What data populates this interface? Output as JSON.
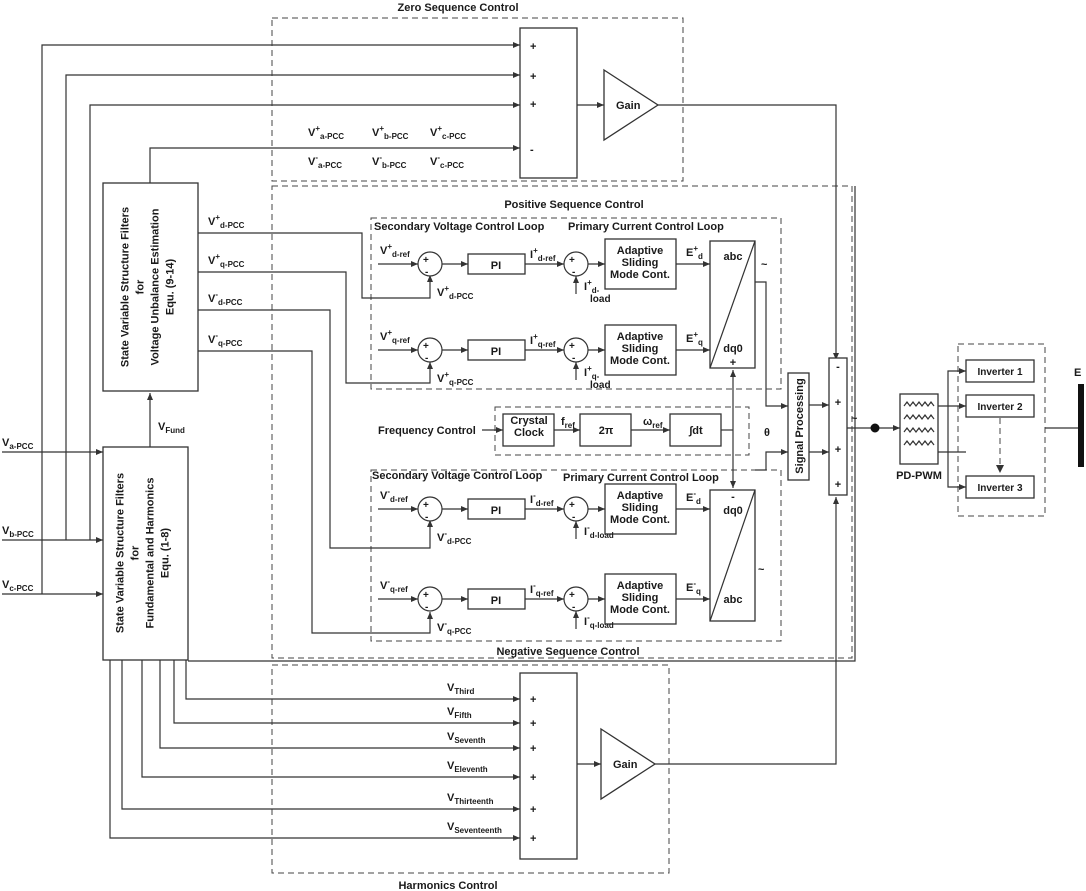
{
  "diagram": {
    "zero_seq": {
      "title": "Zero Sequence Control",
      "gain": "Gain",
      "v_plus": [
        {
          "sign": "+",
          "phase": "a-PCC"
        },
        {
          "sign": "+",
          "phase": "b-PCC"
        },
        {
          "sign": "+",
          "phase": "c-PCC"
        }
      ],
      "v_minus": [
        {
          "sign": "-",
          "phase": "a-PCC"
        },
        {
          "sign": "-",
          "phase": "b-PCC"
        },
        {
          "sign": "-",
          "phase": "c-PCC"
        }
      ],
      "signs": [
        "+",
        "+",
        "+",
        "-"
      ]
    },
    "unbalance_filter": {
      "text": "State Variable Structure Filters\nfor\nVoltage Unbalance Estimation\nEqu. (9-14)",
      "outputs": [
        {
          "sign": "+",
          "sub": "d-PCC"
        },
        {
          "sign": "+",
          "sub": "q-PCC"
        },
        {
          "sign": "-",
          "sub": "d-PCC"
        },
        {
          "sign": "-",
          "sub": "q-PCC"
        }
      ]
    },
    "fund_filter": {
      "text": "State Variable Structure Filters\nfor\nFundamental and Harmonics\nEqu. (1-8)",
      "v_fund_sub": "Fund"
    },
    "inputs": [
      "a-PCC",
      "b-PCC",
      "c-PCC"
    ],
    "positive": {
      "title": "Positive Sequence Control",
      "secondary_loop": "Secondary Voltage Control Loop",
      "primary_loop": "Primary Current Control Loop",
      "d": {
        "ref": "+d-ref",
        "fb": "+d-PCC",
        "iref": "+d-ref",
        "iload": "+d-\nload",
        "e": "+d"
      },
      "q": {
        "ref": "+q-ref",
        "fb": "+q-PCC",
        "iref": "+q-ref",
        "iload": "+q-\nload",
        "e": "+q"
      },
      "pi": "PI",
      "smc": "Adaptive\nSliding\nMode Cont.",
      "transform_top": "abc",
      "transform_bottom": "dq0",
      "transform_sign": "+"
    },
    "negative": {
      "title": "Negative Sequence Control",
      "secondary_loop": "Secondary Voltage Control Loop",
      "primary_loop": "Primary Current Control Loop",
      "d": {
        "ref": "-d-ref",
        "fb": "-d-PCC",
        "iref": "-d-ref",
        "iload": "-d-load",
        "e": "-d"
      },
      "q": {
        "ref": "-q-ref",
        "fb": "-q-PCC",
        "iref": "-q-ref",
        "iload": "-q-load",
        "e": "-q"
      },
      "pi": "PI",
      "smc": "Adaptive\nSliding\nMode Cont.",
      "transform_top": "dq0",
      "transform_bottom": "abc",
      "transform_sign": "-"
    },
    "frequency": {
      "label": "Frequency Control",
      "crystal": "Crystal\nClock",
      "f_ref": "ref",
      "two_pi": "2π",
      "omega_ref": "ref",
      "integrator": "∫dt",
      "theta": "θ"
    },
    "signal_processing": "Signal Processing",
    "final_sum_signs": [
      "-",
      "+",
      "+",
      "+"
    ],
    "pwm": "PD-PWM",
    "inverters": [
      "Inverter 1",
      "Inverter 2",
      "Inverter 3"
    ],
    "bus": "E",
    "harmonics": {
      "title": "Harmonics Control",
      "gain": "Gain",
      "items": [
        "Third",
        "Fifth",
        "Seventh",
        "Eleventh",
        "Thirteenth",
        "Seventeenth"
      ],
      "signs": [
        "+",
        "+",
        "+",
        "+",
        "+",
        "+"
      ]
    },
    "tilde": "~"
  }
}
